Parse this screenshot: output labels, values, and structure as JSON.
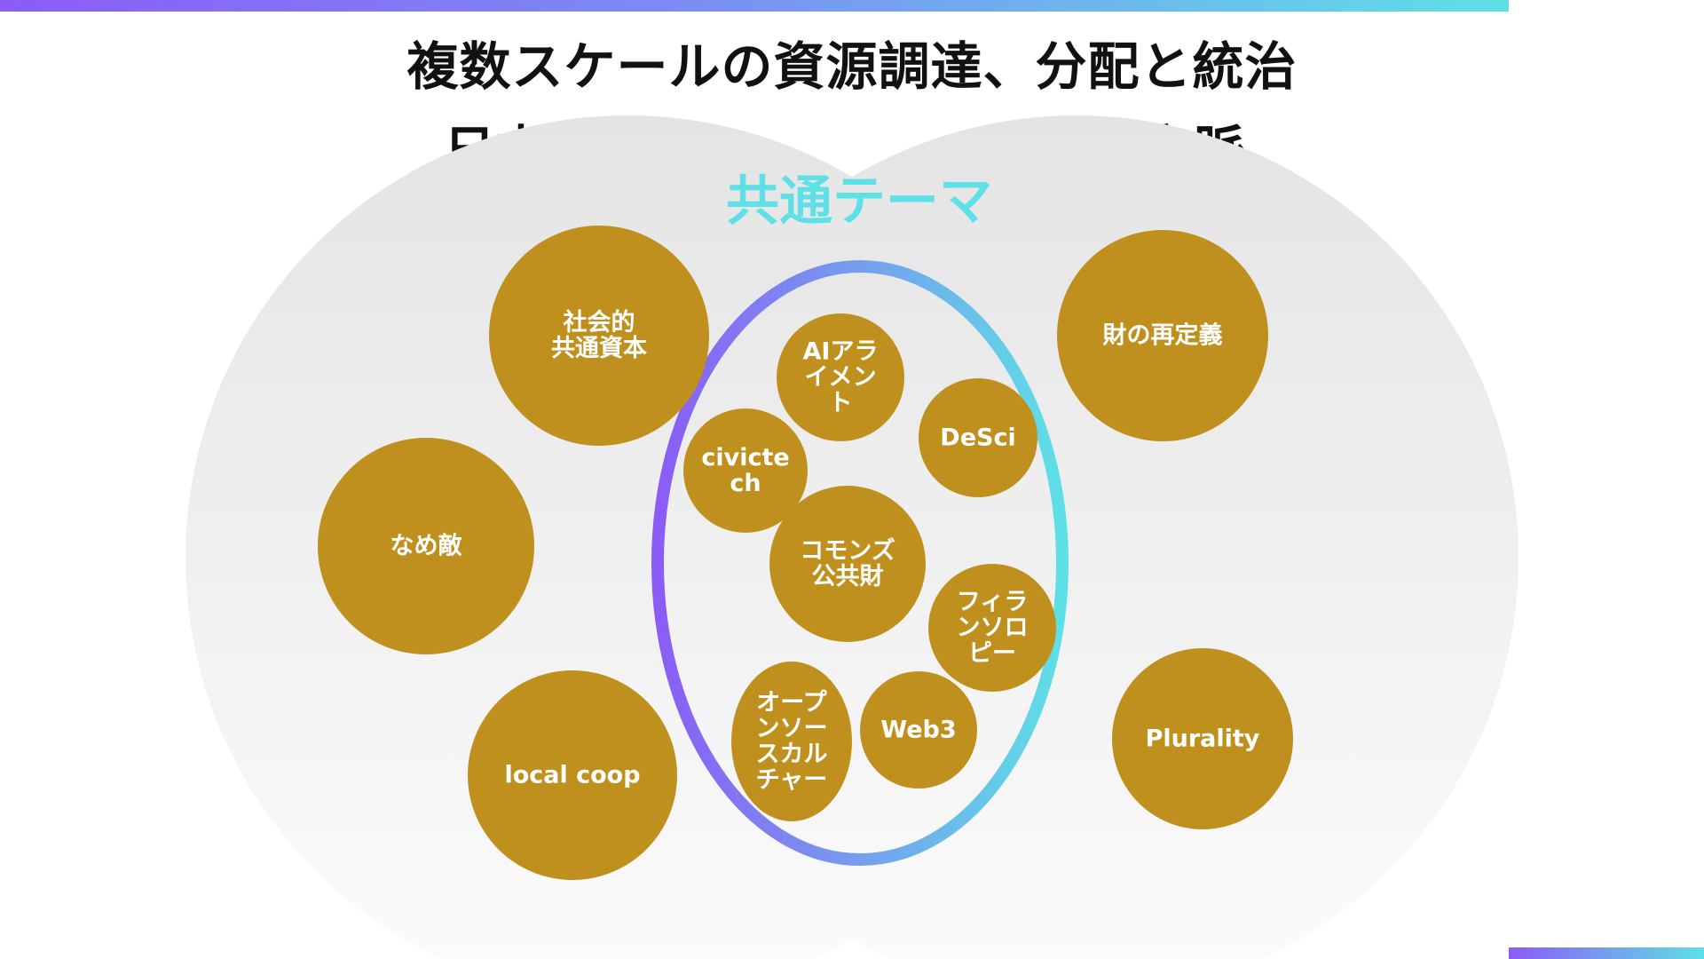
{
  "title": "複数スケールの資源調達、分配と統治",
  "left_heading": "日本の文脈",
  "right_heading": "FtCの文脈",
  "common_label": "共通テーマ",
  "colors": {
    "node": "#c0901f",
    "common_label": "#5ee0e6",
    "ring_start": "#8b5cf6",
    "ring_end": "#5ee0e6",
    "set_fill_top": "#e4e4e4",
    "set_fill_bottom": "#fcfcfc"
  },
  "nodes": [
    {
      "id": "social-capital",
      "lines": [
        "社会的",
        "共通資本"
      ]
    },
    {
      "id": "nameteki",
      "lines": [
        "なめ敵"
      ]
    },
    {
      "id": "local-coop",
      "lines": [
        "local coop"
      ]
    },
    {
      "id": "redefine-goods",
      "lines": [
        "財の再定義"
      ]
    },
    {
      "id": "plurality",
      "lines": [
        "Plurality"
      ]
    },
    {
      "id": "ai-alignment",
      "lines": [
        "AIアラ",
        "イメン",
        "ト"
      ]
    },
    {
      "id": "civictech",
      "lines": [
        "civicte",
        "ch"
      ]
    },
    {
      "id": "desci",
      "lines": [
        "DeSci"
      ]
    },
    {
      "id": "commons",
      "lines": [
        "コモンズ",
        "公共財"
      ]
    },
    {
      "id": "philanthropy",
      "lines": [
        "フィラ",
        "ンソロ",
        "ピー"
      ]
    },
    {
      "id": "open-source",
      "lines": [
        "オープ",
        "ンソー",
        "スカル",
        "チャー"
      ]
    },
    {
      "id": "web3",
      "lines": [
        "Web3"
      ]
    }
  ]
}
